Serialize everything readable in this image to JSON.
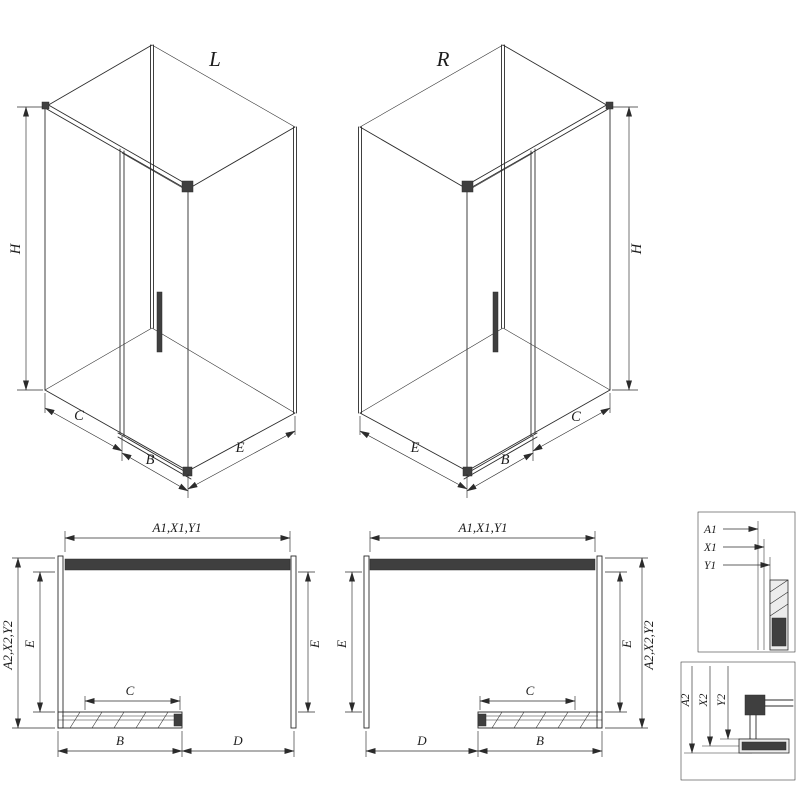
{
  "iso_left": {
    "title": "L",
    "dim_h": "H",
    "dim_c": "C",
    "dim_b": "B",
    "dim_e": "E"
  },
  "iso_right": {
    "title": "R",
    "dim_h": "H",
    "dim_c": "C",
    "dim_b": "B",
    "dim_e": "E"
  },
  "plan_left": {
    "dim_width": "A1,X1,Y1",
    "dim_depth_outer": "A2,X2,Y2",
    "dim_e_left": "E",
    "dim_e_right": "E",
    "dim_c": "C",
    "dim_b": "B",
    "dim_d": "D"
  },
  "plan_right": {
    "dim_width": "A1,X1,Y1",
    "dim_depth_outer": "A2,X2,Y2",
    "dim_e_left": "E",
    "dim_e_right": "E",
    "dim_c": "C",
    "dim_b": "B",
    "dim_d": "D"
  },
  "detail_top": {
    "dim_a1": "A1",
    "dim_x1": "X1",
    "dim_y1": "Y1"
  },
  "detail_bottom": {
    "dim_a2": "A2",
    "dim_x2": "X2",
    "dim_y2": "Y2"
  },
  "colors": {
    "line": "#2b2b2b",
    "fill_dark": "#3f3f3f",
    "background": "#ffffff"
  }
}
